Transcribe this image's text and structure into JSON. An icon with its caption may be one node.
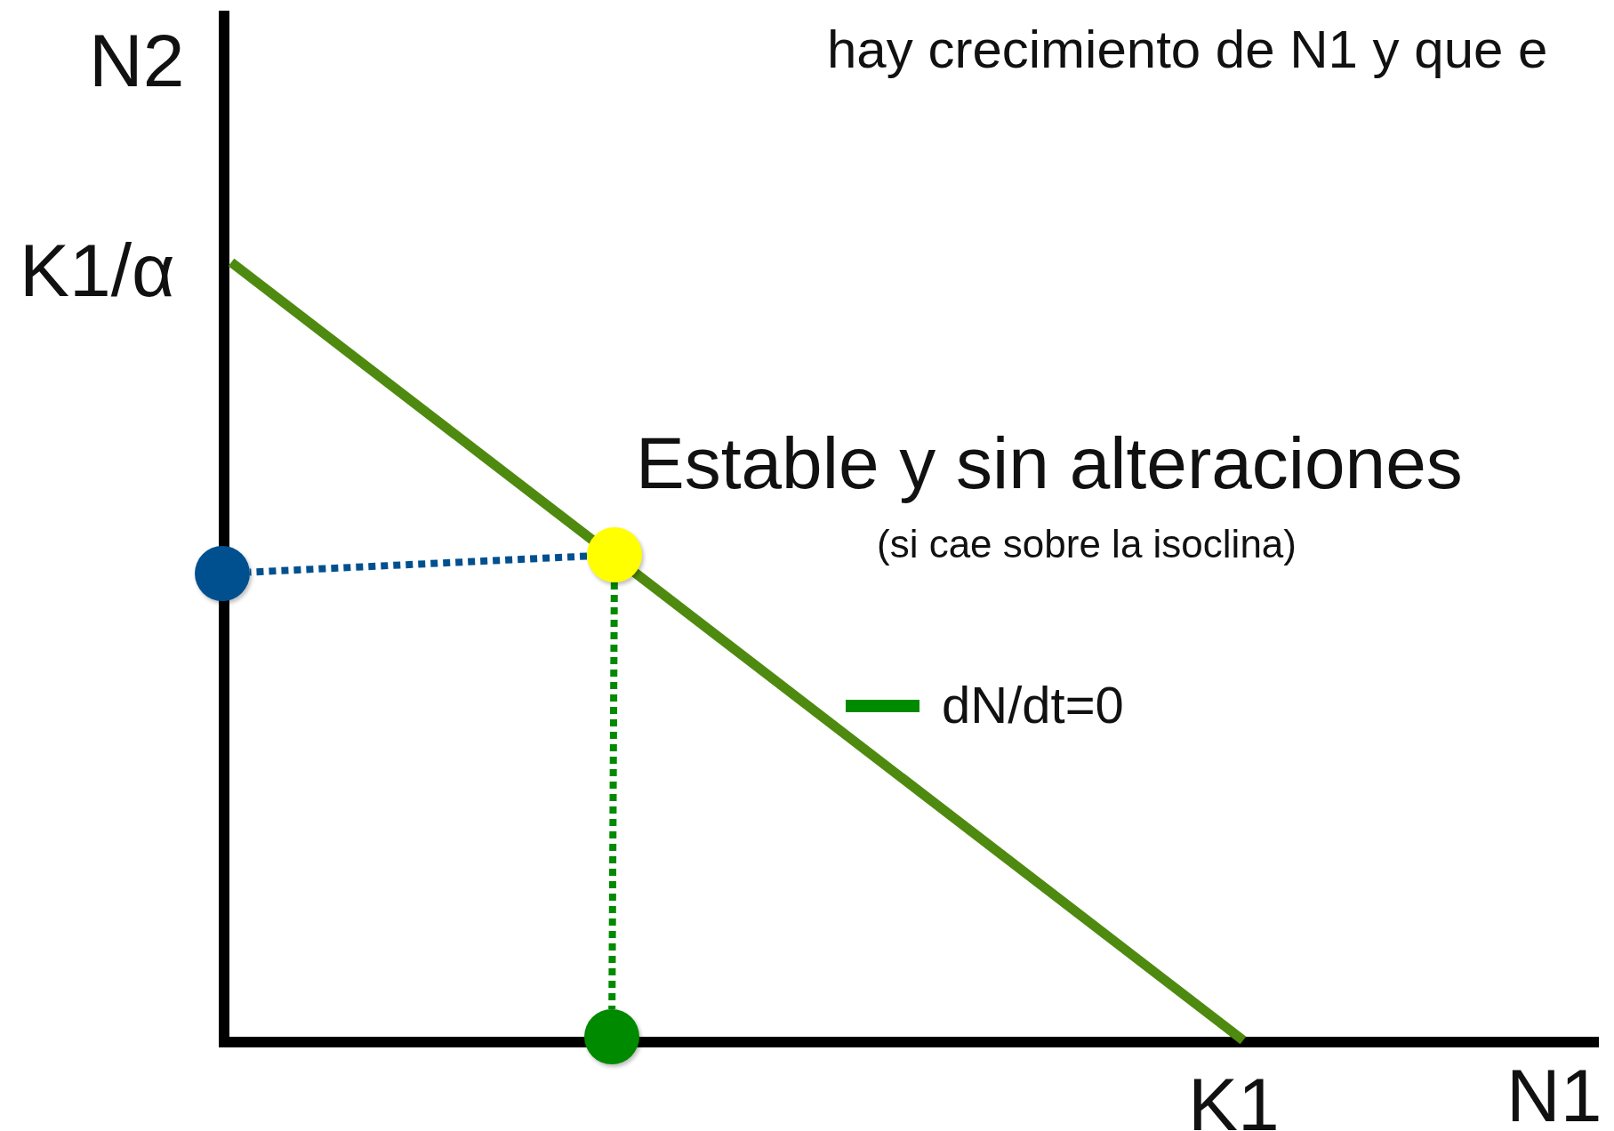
{
  "diagram": {
    "nodes": [
      {
        "text": [],
        "shape": "circle"
      },
      {
        "text": [],
        "shape": "circle"
      },
      {
        "text": [],
        "shape": "circle"
      }
    ],
    "edges": [
      {
        "from": 0,
        "to": 1,
        "arrow": "none",
        "style": "dashed",
        "color": "#00508f"
      },
      {
        "from": 0,
        "to": 2,
        "arrow": "none",
        "style": "dashed",
        "color": "#008a00"
      }
    ],
    "labels": [
      "hay crecimiento de N1 y que e",
      "N2",
      "K1/α",
      "Estable y sin alteraciones",
      "(si cae sobre la isoclina)",
      "K1",
      "N1"
    ],
    "legend": [
      {
        "text": "dN/dt=0"
      }
    ]
  }
}
